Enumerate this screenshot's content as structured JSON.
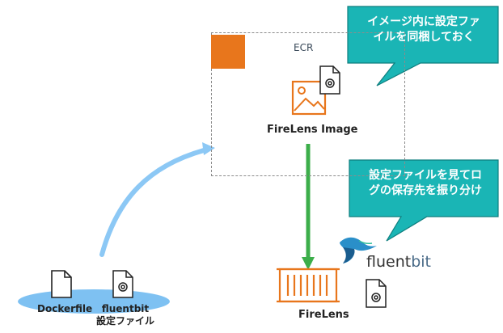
{
  "ecr": {
    "title": "ECR"
  },
  "image": {
    "label": "FireLens Image"
  },
  "firelens": {
    "label": "FireLens"
  },
  "files": {
    "dockerfile_label": "Dockerfile",
    "fluentbit_label": "fluentbit",
    "fluentbit_sublabel": "設定ファイル"
  },
  "callouts": {
    "top": {
      "line1": "イメージ内に設定ファ",
      "line2": "イルを同梱しておく"
    },
    "middle": {
      "line1": "設定ファイルを見てロ",
      "line2": "グの保存先を振り分け"
    }
  },
  "logo": {
    "word_fluent": "fluent",
    "word_bit": "bit"
  },
  "colors": {
    "callout_fill": "#1ab5b5",
    "callout_border": "#0f7e7e",
    "ecr_orange": "#e8761c",
    "arrow_green": "#3cae4a",
    "arrow_blue": "#8cc8f5",
    "ellipse_blue": "#7ec1f2"
  }
}
